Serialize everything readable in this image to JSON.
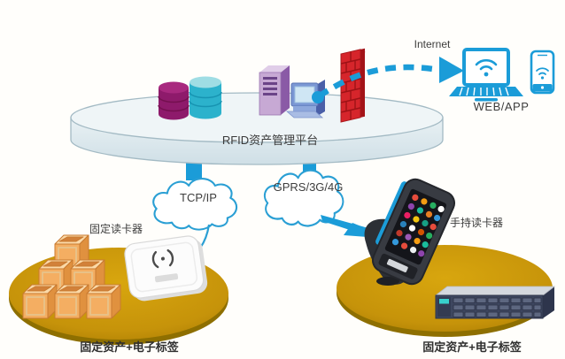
{
  "platform": {
    "label": "RFID资产管理平台"
  },
  "internet": {
    "label": "Internet"
  },
  "client": {
    "label": "WEB/APP"
  },
  "networks": {
    "tcp_ip": "TCP/IP",
    "gprs": "GPRS/3G/4G"
  },
  "left_zone": {
    "reader_label": "固定读卡器",
    "assets_label": "固定资产+电子标签"
  },
  "right_zone": {
    "reader_label": "手持读卡器",
    "assets_label": "固定资产+电子标签"
  },
  "icons": {
    "databases": [
      "database-icon-magenta",
      "database-icon-teal"
    ],
    "server": "server-tower-icon",
    "workstation": "workstation-icon",
    "firewall": "firewall-icon",
    "internet_link": "dashed-arrow-icon",
    "laptop": "laptop-icon",
    "smartphone": "smartphone-icon",
    "wifi": "wifi-icon",
    "clouds": [
      "cloud-tcpip",
      "cloud-gprs"
    ],
    "lightning": "lightning-bolt-icon",
    "boxes": "cargo-boxes-icon",
    "fixed_reader": "fixed-reader-device",
    "handheld_reader": "handheld-reader-device",
    "rack_server": "rack-server-icon"
  },
  "colors": {
    "accent_blue": "#1b9cd8",
    "cloud_stroke": "#2a9fd4",
    "platform_fill": "#dce8ed",
    "platform_top": "#eff5f7",
    "db_magenta": "#8e1a6b",
    "db_teal": "#2cb2cc",
    "server_purple": "#c7a9d4",
    "firewall_red": "#d6252b",
    "ground_gold": "#cf9a0a",
    "ground_rim": "#8e6f00",
    "box_orange": "#f4ae62",
    "text_dark": "#3d3d3d"
  }
}
